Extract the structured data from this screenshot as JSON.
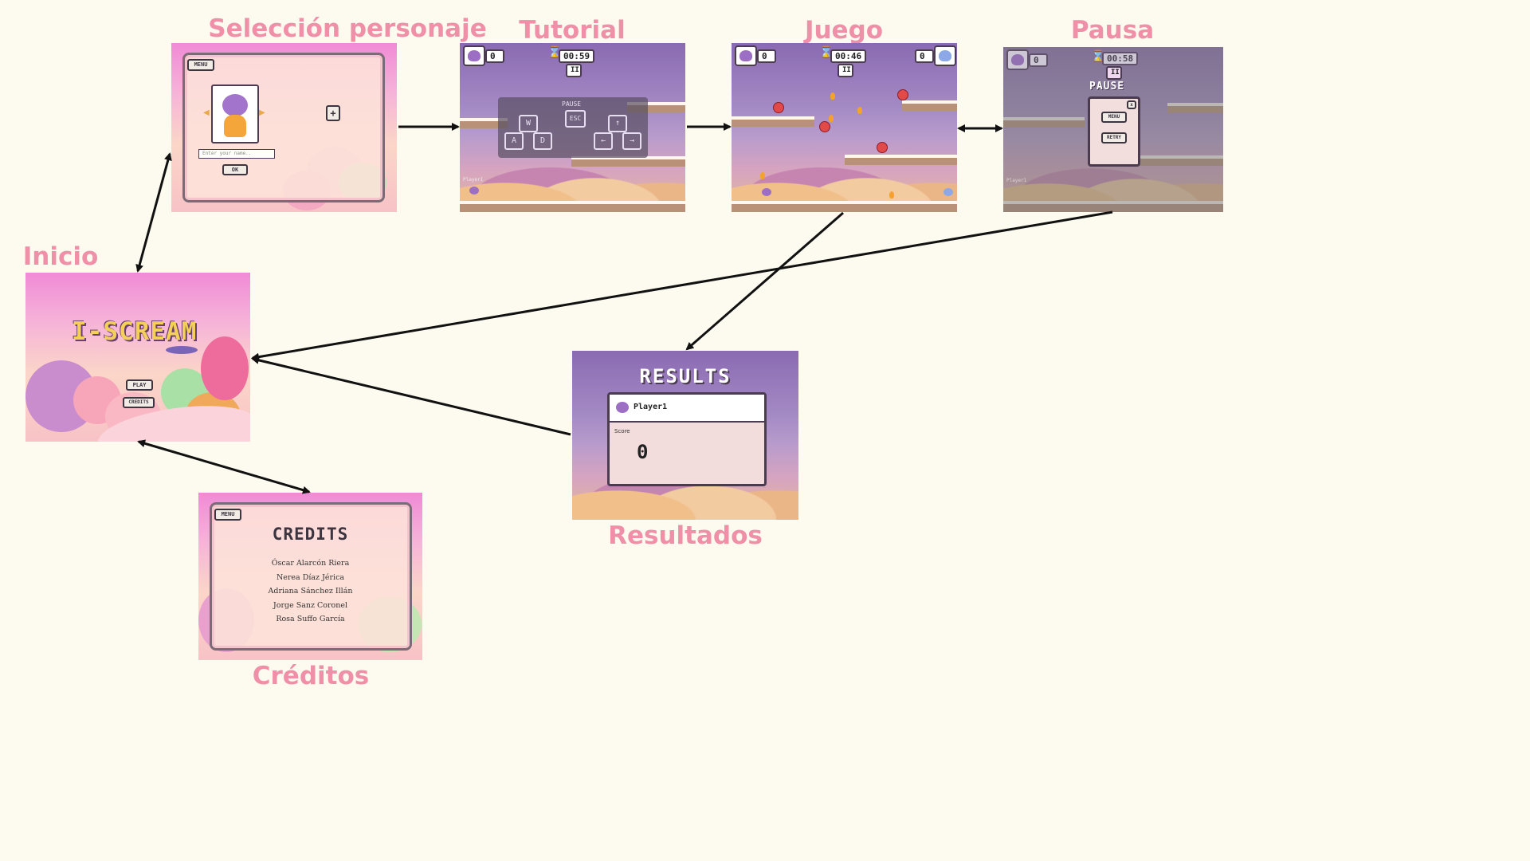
{
  "labels": {
    "seleccion": "Selección personaje",
    "tutorial": "Tutorial",
    "juego": "Juego",
    "pausa": "Pausa",
    "inicio": "Inicio",
    "resultados": "Resultados",
    "creditos": "Créditos"
  },
  "colors": {
    "label": "#ef8fa8",
    "background": "#fdfbef",
    "arrow": "#111111"
  },
  "seleccion": {
    "menu": "MENU",
    "plus": "+",
    "name_placeholder": "Enter your name..",
    "ok": "OK"
  },
  "tutorial": {
    "score": "0",
    "timer": "00:59",
    "pause_icon": "II",
    "overlay_title": "PAUSE",
    "keys": [
      "W",
      "ESC",
      "↑",
      "A",
      "D",
      "←",
      "→"
    ],
    "player": "Player1"
  },
  "juego": {
    "score_left": "0",
    "timer": "00:46",
    "pause_icon": "II",
    "score_right": "0"
  },
  "pausa": {
    "score": "0",
    "timer": "00:58",
    "pause_icon": "II",
    "title": "PAUSE",
    "close": "x",
    "menu": "MENU",
    "retry": "RETRY",
    "player": "Player1"
  },
  "inicio": {
    "logo": "I-SCREAM",
    "play": "PLAY",
    "credits": "CREDITS"
  },
  "resultados": {
    "title": "RESULTS",
    "player": "Player1",
    "score_label": "Score",
    "score": "0"
  },
  "creditos": {
    "menu": "MENU",
    "title": "CREDITS",
    "names": [
      "Óscar Alarcón Riera",
      "Nerea Díaz Jérica",
      "Adriana Sánchez Illán",
      "Jorge Sanz Coronel",
      "Rosa Suffo García"
    ]
  }
}
